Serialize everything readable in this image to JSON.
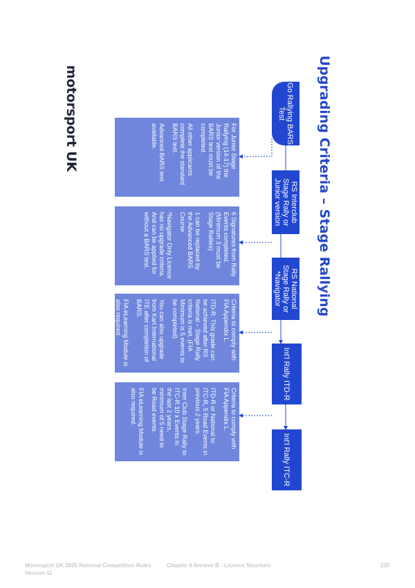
{
  "title": "Upgrading Criteria – Stage Rallying",
  "logo": {
    "text": "motorsport UK",
    "icon": "motorsport-uk-logo-icon"
  },
  "stages": [
    "Go Rallying BARS Test",
    "RS Interclub Stage Rally or Junior version",
    "RS National Stage Rally or *Navigator",
    "Int'l Rally ITD-R",
    "Int'l Rally ITC-R"
  ],
  "criteria": [
    [
      "For Junior Stage Rallying (14-17) the Junior version of the BARS test must be completed.",
      "All other applicants complete the standard BARS test.",
      "Advanced BARS test available."
    ],
    [
      "6 Signatures from Rally Events completed. (Minimum 3 must be Stage Rallies)",
      "1 can be replaced by the Advanced BARS Course",
      "*Navigator Only Licence has no upgrade criteria. And can be applied for without a BARS test."
    ],
    [
      "Criteria to comply with FIA Appendix L.",
      "ITD-R: This grade can be achieved after RS National – Stage Rally criteria is met. (FIA Minimum is 5 events to be completed)",
      "You can also upgrade from Kart International ITE after completion of BARS.",
      "FIA eLearning Module is also required."
    ],
    [
      "Criteria to comply with FIA Appendix L.",
      "ITD-R or National to ITC-R, 5 Road Events in previous 2 years.",
      "Inter Club Stage Rally to ITC-R 10 x Events in the last 2 years, minimum of 5 need to be Road events.",
      "FIA eLearning Module is also required."
    ]
  ],
  "footer": {
    "left": "Motorsport UK 2025 National Competition Rules",
    "left2": "Version 11",
    "center": "Chapter 6 Annexe B - Licence Structure",
    "page": "235"
  }
}
